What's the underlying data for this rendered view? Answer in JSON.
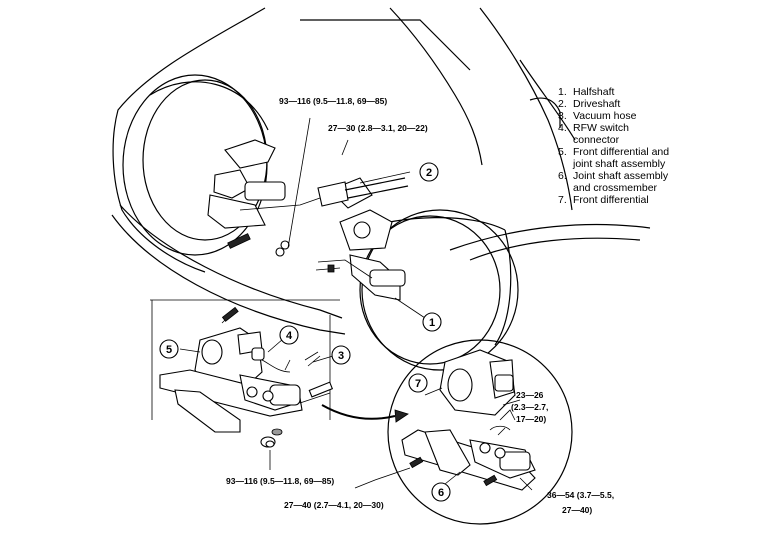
{
  "legend": {
    "items": [
      {
        "num": "1.",
        "lines": [
          "Halfshaft"
        ]
      },
      {
        "num": "2.",
        "lines": [
          "Driveshaft"
        ]
      },
      {
        "num": "3.",
        "lines": [
          "Vacuum hose"
        ]
      },
      {
        "num": "4.",
        "lines": [
          "RFW switch",
          "connector"
        ]
      },
      {
        "num": "5.",
        "lines": [
          "Front differential and",
          "joint shaft assembly"
        ]
      },
      {
        "num": "6.",
        "lines": [
          "Joint shaft assembly",
          "and crossmember"
        ]
      },
      {
        "num": "7.",
        "lines": [
          "Front differential"
        ]
      }
    ]
  },
  "torque": {
    "t1": "93—116 (9.5—11.8, 69—85)",
    "t2": "27—30 (2.8—3.1, 20—22)",
    "t3": "93—116 (9.5—11.8, 69—85)",
    "t4": "27—40 (2.7—4.1, 20—30)",
    "t5_lines": [
      "23—26",
      "(2.3—2.7,",
      "17—20)"
    ],
    "t6_lines": [
      "36—54 (3.7—5.5,",
      "27—40)"
    ]
  },
  "callouts": [
    "1",
    "2",
    "3",
    "4",
    "5",
    "6",
    "7"
  ]
}
